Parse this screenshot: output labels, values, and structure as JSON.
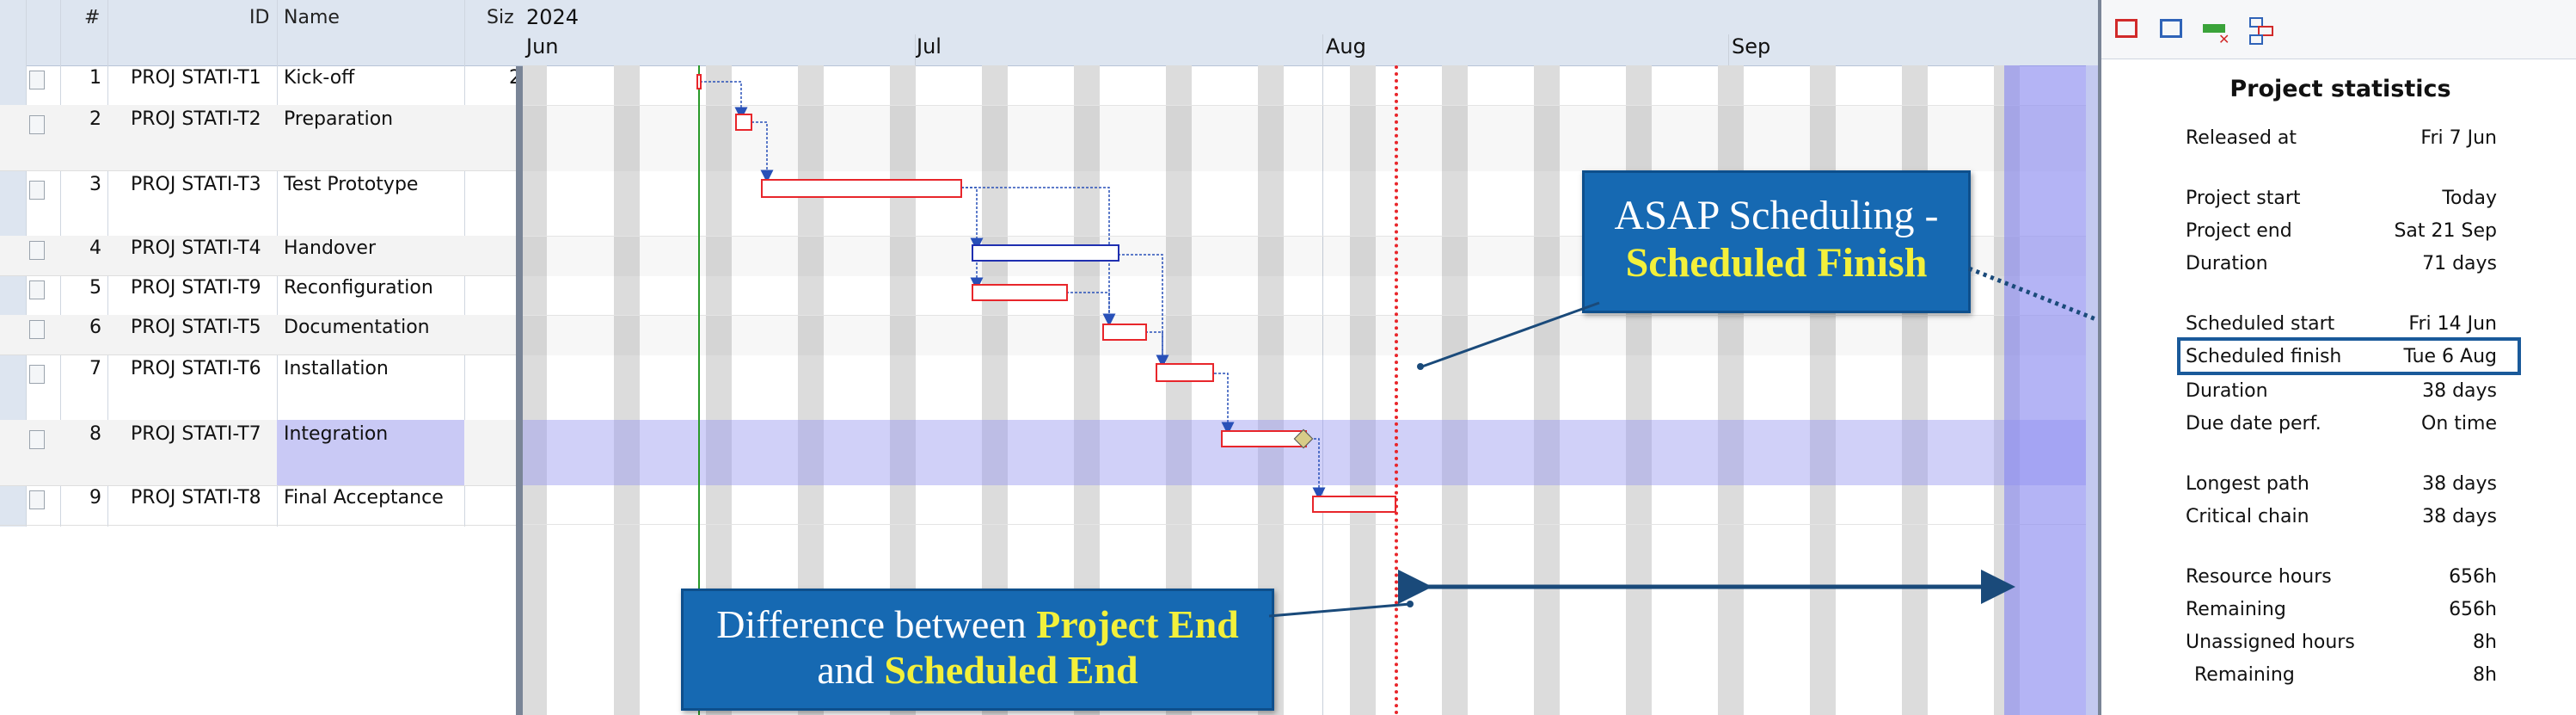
{
  "grid": {
    "columns": [
      "#",
      "ID",
      "Name",
      "Siz"
    ],
    "rows": [
      {
        "num": "1",
        "id": "PROJ STATI-T1",
        "name": "Kick-off",
        "size": "2"
      },
      {
        "num": "2",
        "id": "PROJ STATI-T2",
        "name": "Preparation",
        "size": ""
      },
      {
        "num": "3",
        "id": "PROJ STATI-T3",
        "name": "Test Prototype",
        "size": ""
      },
      {
        "num": "4",
        "id": "PROJ STATI-T4",
        "name": "Handover",
        "size": ""
      },
      {
        "num": "5",
        "id": "PROJ STATI-T9",
        "name": "Reconfiguration",
        "size": ""
      },
      {
        "num": "6",
        "id": "PROJ STATI-T5",
        "name": "Documentation",
        "size": ""
      },
      {
        "num": "7",
        "id": "PROJ STATI-T6",
        "name": "Installation",
        "size": ""
      },
      {
        "num": "8",
        "id": "PROJ STATI-T7",
        "name": "Integration",
        "size": ""
      },
      {
        "num": "9",
        "id": "PROJ STATI-T8",
        "name": "Final Acceptance",
        "size": ""
      }
    ]
  },
  "timeline": {
    "year": "2024",
    "months": [
      "Jun",
      "Jul",
      "Aug",
      "Sep"
    ]
  },
  "callouts": {
    "asap_line1": "ASAP Scheduling -",
    "asap_line2": "Scheduled Finish",
    "diff_prefix": "Difference between",
    "diff_project_end": "Project End",
    "diff_and": "and",
    "diff_scheduled_end": "Scheduled End"
  },
  "toolbar_icons": [
    "export-red-icon",
    "export-blue-icon",
    "remove-green-icon",
    "hierarchy-icon"
  ],
  "stats": {
    "title": "Project statistics",
    "items": [
      {
        "label": "Released at",
        "value": "Fri 7 Jun"
      },
      {
        "label": "Project start",
        "value": "Today"
      },
      {
        "label": "Project end",
        "value": "Sat 21 Sep"
      },
      {
        "label": "Duration",
        "value": "71 days"
      },
      {
        "label": "Scheduled start",
        "value": "Fri 14 Jun"
      },
      {
        "label": "Scheduled finish",
        "value": "Tue 6 Aug"
      },
      {
        "label": "Duration",
        "value": "38 days"
      },
      {
        "label": "Due date perf.",
        "value": "On time"
      },
      {
        "label": "Longest path",
        "value": "38 days"
      },
      {
        "label": "Critical chain",
        "value": "38 days"
      },
      {
        "label": "Resource hours",
        "value": "656h"
      },
      {
        "label": "Remaining",
        "value": "656h"
      },
      {
        "label": "Unassigned hours",
        "value": "8h"
      },
      {
        "label": "Remaining",
        "value": "8h"
      }
    ]
  },
  "colors": {
    "bar_border": "#e8262b",
    "bar_selected": "#1f2fb0",
    "callout_bg": "#1669b2",
    "highlight_text": "#f3f03b",
    "project_end_band": "#b3b3f5",
    "today_line": "#2a9a2a",
    "deadline_line": "#e8262b"
  }
}
